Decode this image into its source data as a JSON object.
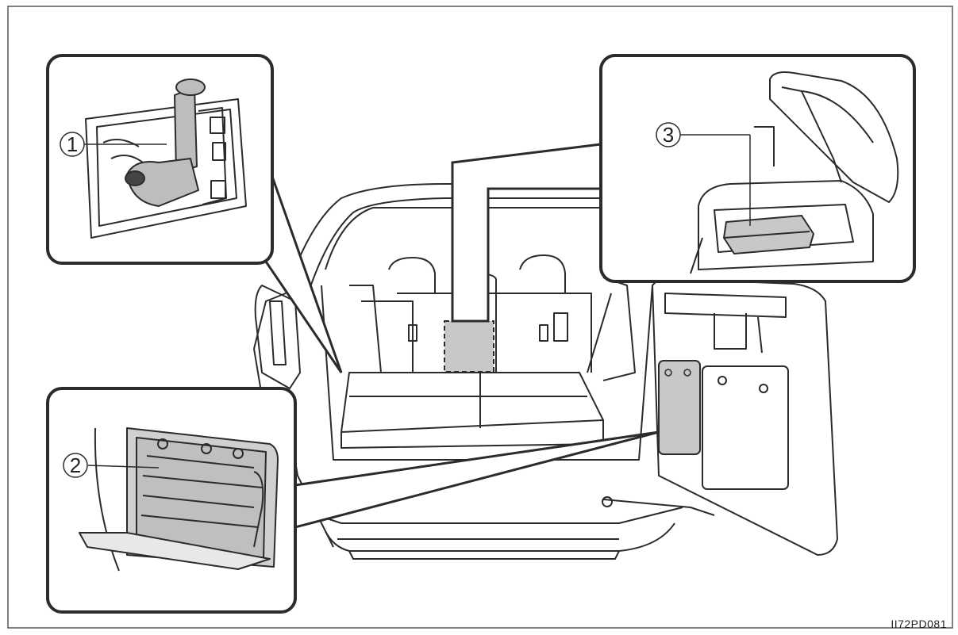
{
  "figure": {
    "code": "II72PD081",
    "callouts": [
      {
        "id": "1",
        "label": "1"
      },
      {
        "id": "2",
        "label": "2"
      },
      {
        "id": "3",
        "label": "3"
      }
    ]
  },
  "colors": {
    "line": "#2b2b2b",
    "shade": "#c8c8c8",
    "frame": "#555555"
  }
}
